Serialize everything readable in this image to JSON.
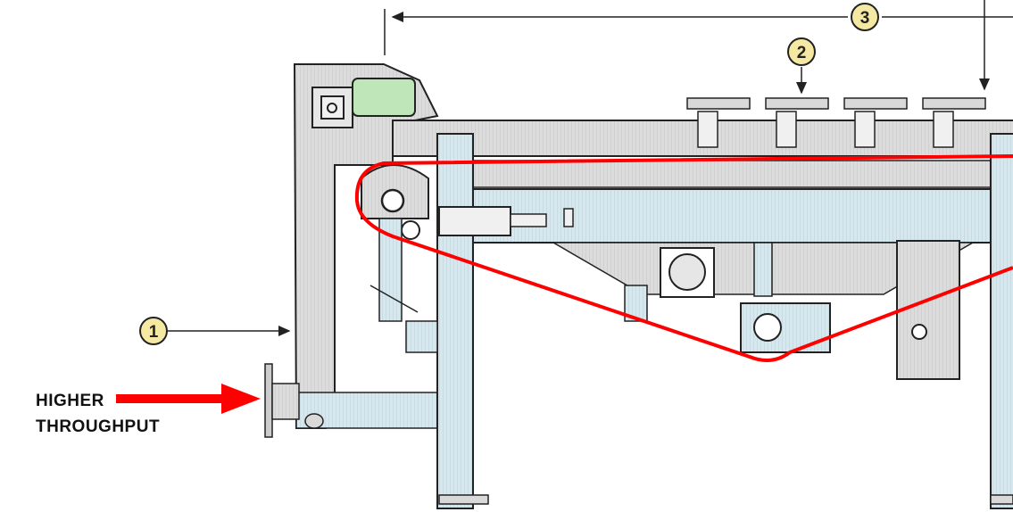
{
  "callouts": [
    {
      "number": "1"
    },
    {
      "number": "2"
    },
    {
      "number": "3"
    }
  ],
  "label": {
    "line1": "HIGHER",
    "line2": "THROUGHPUT"
  },
  "colors": {
    "machine_fill": "#cfe3ea",
    "frame_fill": "#d9d9d9",
    "outline": "#222222",
    "motor_green": "#bfe6b8",
    "path_red": "#ff0000",
    "callout_fill": "#f5e8a3"
  }
}
